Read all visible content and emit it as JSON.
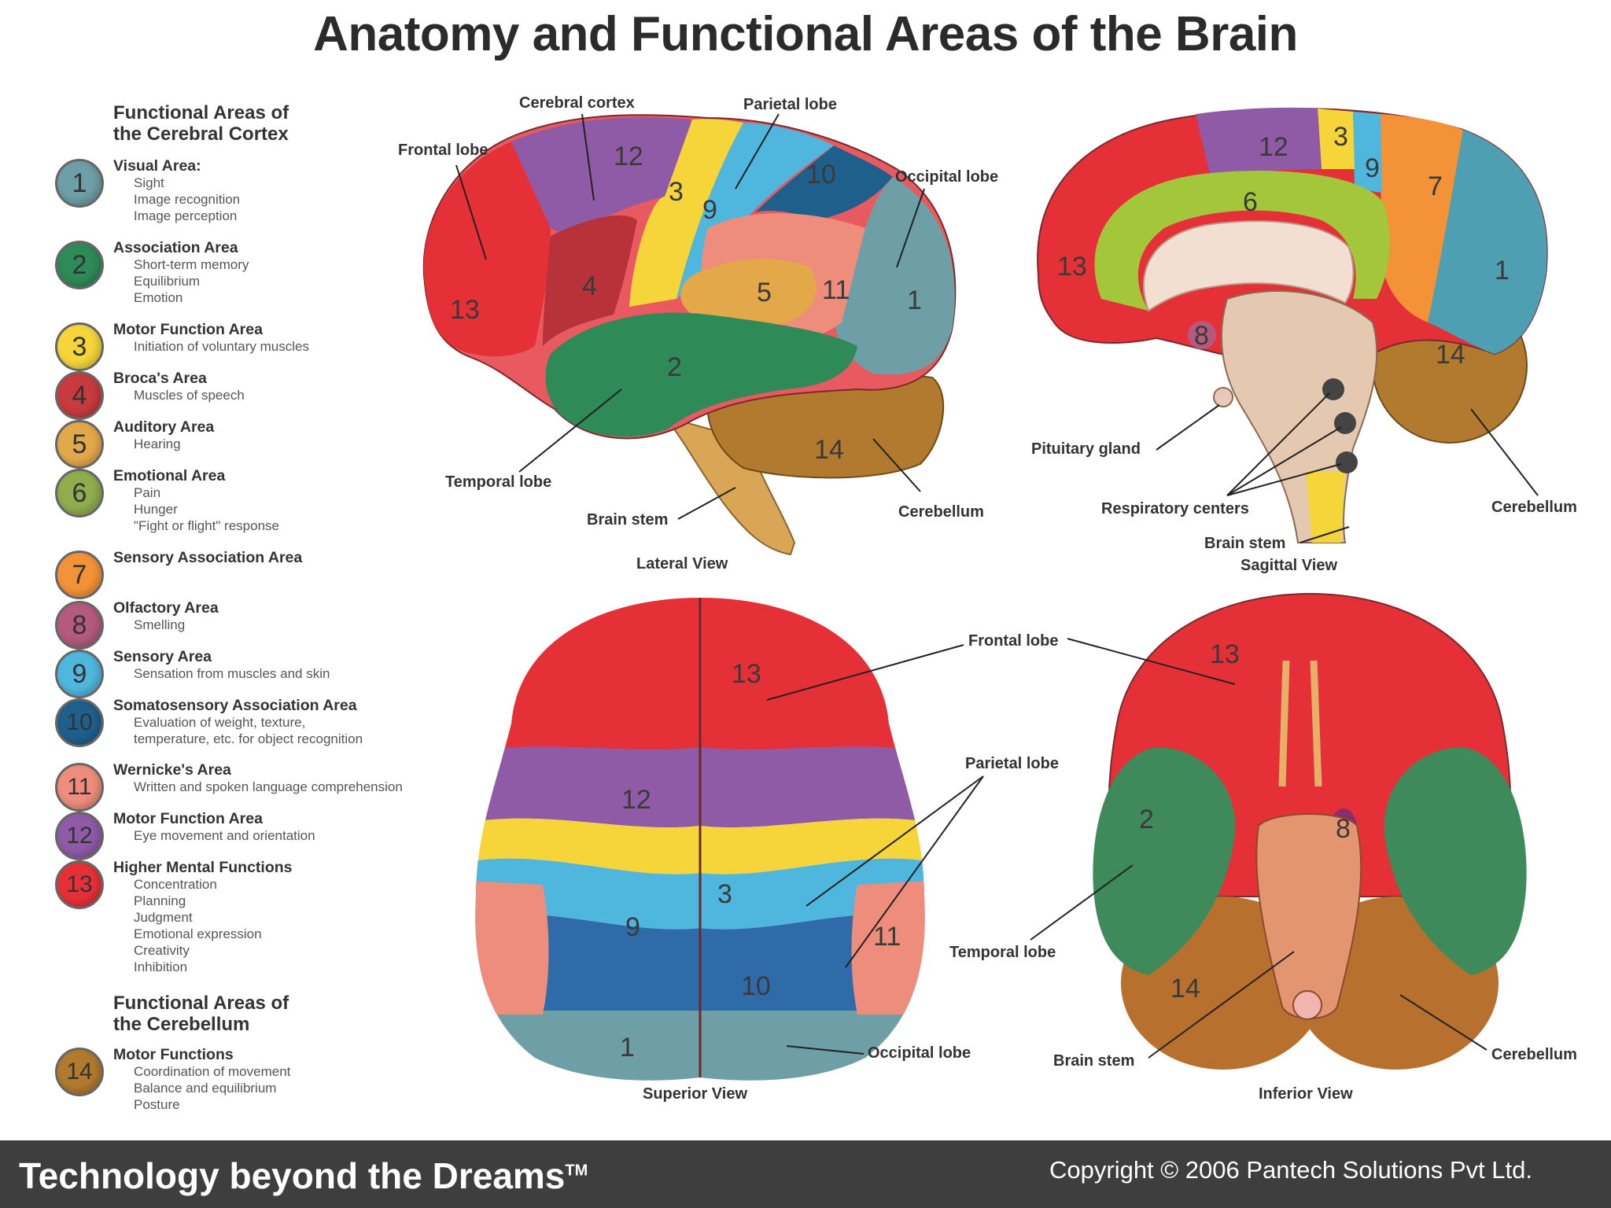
{
  "title": "Anatomy and Functional Areas of the Brain",
  "legend": {
    "cortex_heading": [
      "Functional Areas of",
      "the Cerebral Cortex"
    ],
    "cerebellum_heading": [
      "Functional Areas of",
      "the Cerebellum"
    ],
    "items": [
      {
        "num": "1",
        "color": "#6e9ea6",
        "title": "Visual Area:",
        "details": [
          "Sight",
          "Image recognition",
          "Image perception"
        ]
      },
      {
        "num": "2",
        "color": "#2e8a56",
        "title": "Association Area",
        "details": [
          "Short-term memory",
          "Equilibrium",
          "Emotion"
        ]
      },
      {
        "num": "3",
        "color": "#f5d53a",
        "title": "Motor Function Area",
        "details": [
          "Initiation of voluntary muscles"
        ]
      },
      {
        "num": "4",
        "color": "#c73a3e",
        "title": "Broca's Area",
        "details": [
          "Muscles of speech"
        ]
      },
      {
        "num": "5",
        "color": "#e3a84a",
        "title": "Auditory Area",
        "details": [
          "Hearing"
        ]
      },
      {
        "num": "6",
        "color": "#8fad4c",
        "title": "Emotional Area",
        "details": [
          "Pain",
          "Hunger",
          "\"Fight or flight\" response"
        ]
      },
      {
        "num": "7",
        "color": "#f39237",
        "title": "Sensory Association Area",
        "details": []
      },
      {
        "num": "8",
        "color": "#b35a7e",
        "title": "Olfactory Area",
        "details": [
          "Smelling"
        ]
      },
      {
        "num": "9",
        "color": "#4fb7de",
        "title": "Sensory Area",
        "details": [
          "Sensation from muscles and skin"
        ]
      },
      {
        "num": "10",
        "color": "#1f5f8c",
        "title": "Somatosensory Association Area",
        "details": [
          "Evaluation of weight, texture,",
          "temperature, etc. for object recognition"
        ]
      },
      {
        "num": "11",
        "color": "#ef8d7c",
        "title": "Wernicke's Area",
        "details": [
          "Written and spoken language comprehension"
        ]
      },
      {
        "num": "12",
        "color": "#8f5aa6",
        "title": "Motor Function Area",
        "details": [
          "Eye movement and orientation"
        ]
      },
      {
        "num": "13",
        "color": "#e53037",
        "title": "Higher Mental Functions",
        "details": [
          "Concentration",
          "Planning",
          "Judgment",
          "Emotional expression",
          "Creativity",
          "Inhibition"
        ]
      },
      {
        "num": "14",
        "color": "#b17a2e",
        "title": "Motor Functions",
        "details": [
          "Coordination of movement",
          "Balance and equilibrium",
          "Posture"
        ]
      }
    ]
  },
  "lateral": {
    "caption": "Lateral View",
    "labels": {
      "cerebral_cortex": "Cerebral cortex",
      "parietal_lobe": "Parietal lobe",
      "frontal_lobe": "Frontal lobe",
      "occipital_lobe": "Occipital lobe",
      "temporal_lobe": "Temporal lobe",
      "brain_stem": "Brain stem",
      "cerebellum": "Cerebellum"
    },
    "region_numbers": [
      "12",
      "3",
      "9",
      "10",
      "13",
      "4",
      "5",
      "11",
      "1",
      "2",
      "14"
    ]
  },
  "sagittal": {
    "caption": "Sagittal View",
    "labels": {
      "pituitary_gland": "Pituitary gland",
      "respiratory_centers": "Respiratory centers",
      "brain_stem": "Brain stem",
      "cerebellum": "Cerebellum"
    },
    "region_numbers": [
      "12",
      "3",
      "9",
      "7",
      "6",
      "13",
      "1",
      "8",
      "14"
    ]
  },
  "superior": {
    "caption": "Superior View",
    "labels": {
      "frontal_lobe": "Frontal lobe",
      "parietal_lobe": "Parietal lobe",
      "occipital_lobe": "Occipital lobe"
    },
    "region_numbers": [
      "13",
      "12",
      "3",
      "9",
      "11",
      "10",
      "1"
    ]
  },
  "inferior": {
    "caption": "Inferior View",
    "labels": {
      "temporal_lobe": "Temporal lobe",
      "brain_stem": "Brain stem",
      "cerebellum": "Cerebellum"
    },
    "region_numbers": [
      "13",
      "2",
      "8",
      "14"
    ]
  },
  "footer": {
    "tagline": "Technology beyond the Dreams",
    "trademark": "TM",
    "copyright": "Copyright © 2006 Pantech Solutions Pvt Ltd."
  }
}
